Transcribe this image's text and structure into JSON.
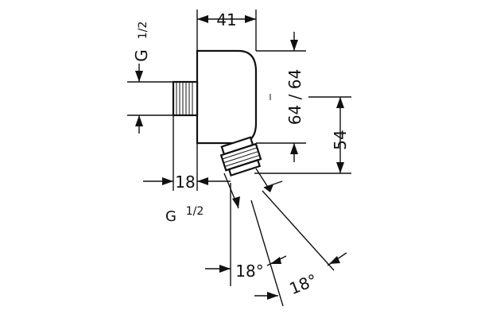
{
  "dimensions": {
    "top_width": "41",
    "thread_top_g": "G",
    "thread_top_frac": "1/2",
    "height_label": "64 / 64",
    "outlet_height": "54",
    "offset_left": "18",
    "thread_bottom_g": "G",
    "thread_bottom_frac": "1/2",
    "angle_1": "18°",
    "angle_2": "18°"
  },
  "colors": {
    "ink": "#111111",
    "background": "#ffffff"
  }
}
